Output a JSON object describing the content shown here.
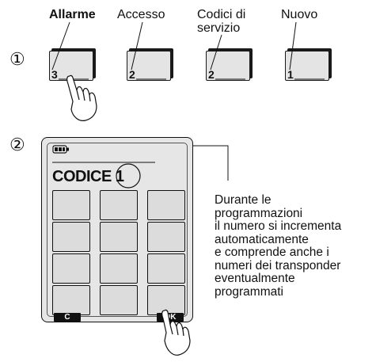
{
  "steps": [
    "①",
    "②"
  ],
  "top_labels": [
    {
      "line1": "Allarme",
      "line2": ""
    },
    {
      "line1": "Accesso",
      "line2": ""
    },
    {
      "line1": "Codici di",
      "line2": "servizio"
    },
    {
      "line1": "Nuovo",
      "line2": ""
    }
  ],
  "keycaps": [
    "3",
    "2",
    "2",
    "1"
  ],
  "device": {
    "battery_icon": "battery-icon",
    "code_label": "CODICE",
    "code_number": "1",
    "soft_left": "C",
    "soft_right": "OK"
  },
  "note_lines": [
    "Durante le",
    "programmazioni",
    "il numero si incrementa",
    "automaticamente",
    "e comprende anche i",
    "numeri dei transponder",
    "eventualmente",
    "programmati"
  ]
}
